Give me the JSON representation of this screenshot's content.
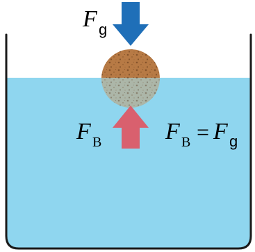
{
  "labels": {
    "gravity": {
      "symbol": "F",
      "subscript": "g"
    },
    "buoyancy": {
      "symbol": "F",
      "subscript": "B"
    },
    "equation": {
      "lhs_symbol": "F",
      "lhs_subscript": "B",
      "operator": "=",
      "rhs_symbol": "F",
      "rhs_subscript": "g"
    }
  },
  "colors": {
    "water": "#8fd6ef",
    "container_outline": "#1a1a1a",
    "gravity_arrow": "#1f6fb8",
    "buoyancy_arrow": "#d9606e",
    "sphere_above": "#b77a45",
    "sphere_below": "#b6ab90"
  }
}
